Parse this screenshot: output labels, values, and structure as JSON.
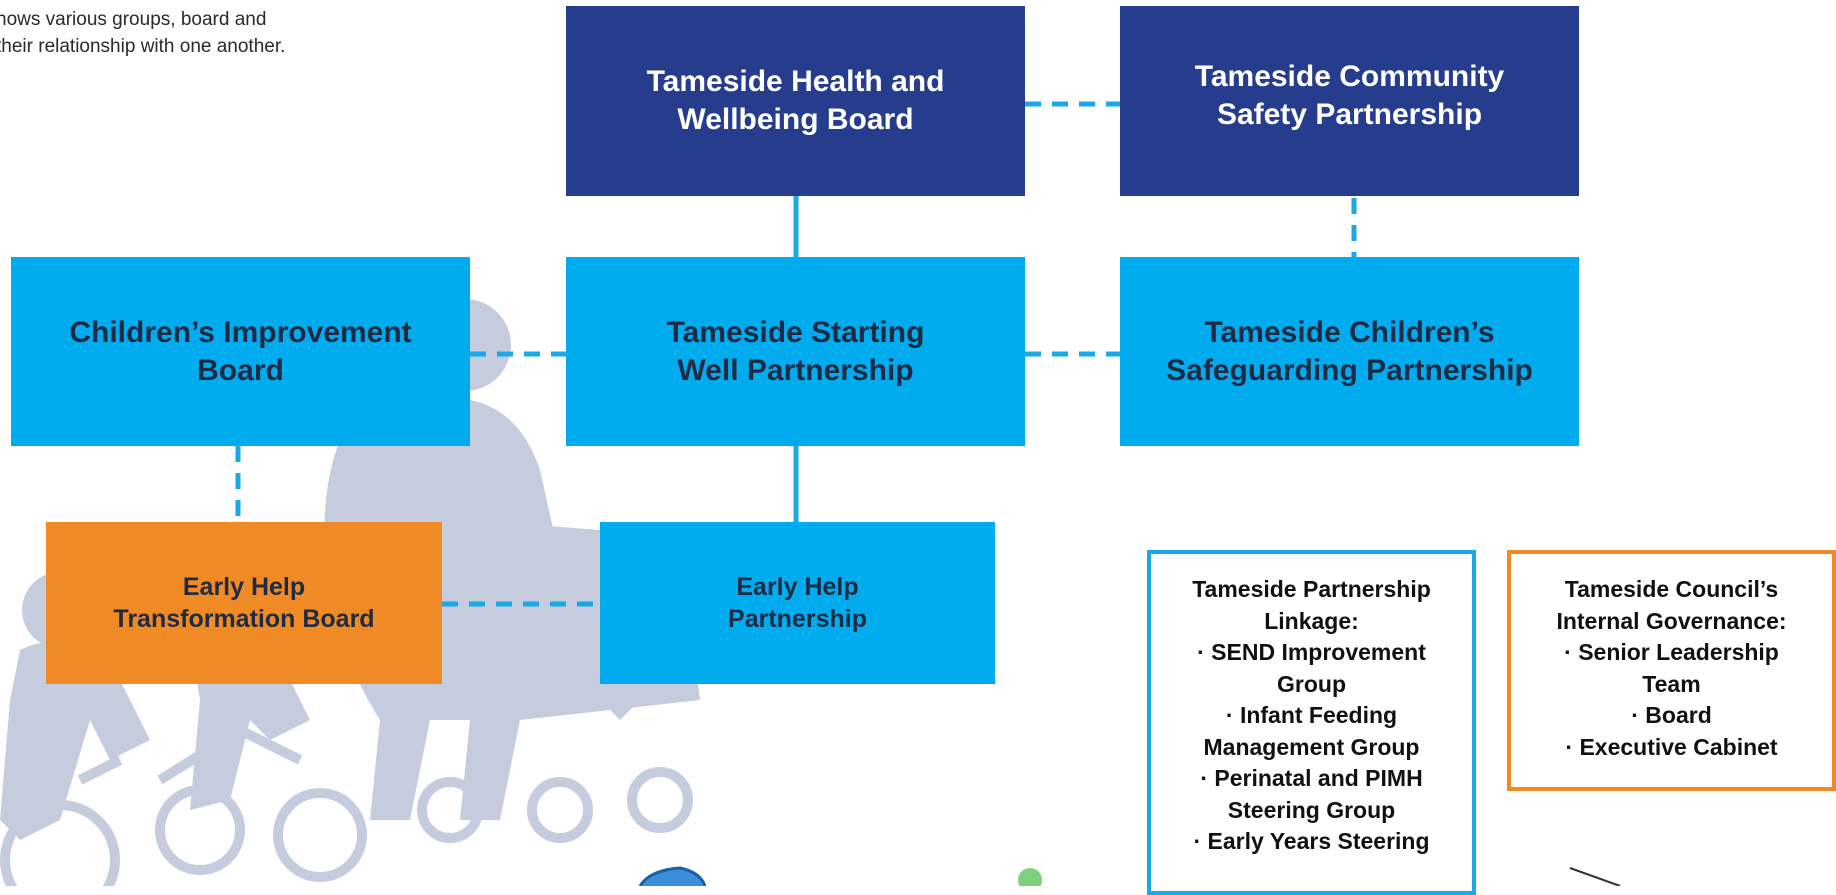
{
  "intro": {
    "line1": "hows various groups, board and",
    "line2": "their relationship with one another."
  },
  "nodes": {
    "health_board": [
      "Tameside Health and",
      "Wellbeing Board"
    ],
    "community_safety": [
      "Tameside Community",
      "Safety Partnership"
    ],
    "children_improvement": [
      "Children’s Improvement",
      "Board"
    ],
    "starting_well": [
      "Tameside Starting",
      "Well Partnership"
    ],
    "safeguarding": [
      "Tameside Children’s",
      "Safeguarding Partnership"
    ],
    "early_help_transformation": [
      "Early Help",
      "Transformation Board"
    ],
    "early_help_partnership": [
      "Early Help",
      "Partnership"
    ]
  },
  "linkage": {
    "lines": [
      "Tameside Partnership",
      "Linkage:",
      "· SEND Improvement",
      "Group",
      "· Infant Feeding",
      "Management Group",
      "· Perinatal and PIMH",
      "Steering Group",
      "· Early Years Steering"
    ]
  },
  "governance": {
    "lines": [
      "Tameside Council’s",
      "Internal Governance:",
      "· Senior Leadership",
      "Team",
      "· Board",
      "· Executive Cabinet"
    ]
  },
  "colors": {
    "dark_blue": "#253d8c",
    "light_blue": "#00aced",
    "orange": "#f08a24",
    "silhouette": "#c5ccdd"
  }
}
